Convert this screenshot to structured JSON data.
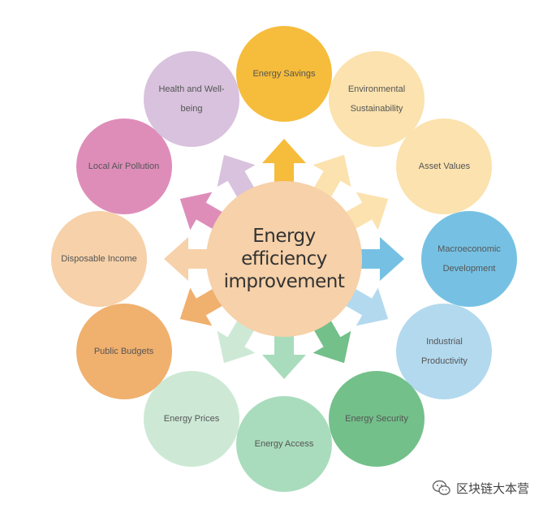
{
  "center": {
    "label": "Energy efficiency improvement",
    "color": "#F6D1A9"
  },
  "benefits": [
    {
      "label": "Energy Savings",
      "color": "#F6BC3B",
      "arrow_color": "#F6BC3B",
      "arrow_direction": "outward"
    },
    {
      "label": "Environmental Sustainability",
      "color": "#FBE2AE",
      "arrow_color": "#FBE2AE",
      "arrow_direction": "outward"
    },
    {
      "label": "Asset Values",
      "color": "#FBE2AE",
      "arrow_color": "#FBE2AE",
      "arrow_direction": "outward"
    },
    {
      "label": "Macroeconomic Development",
      "color": "#76C1E3",
      "arrow_color": "#76C1E3",
      "arrow_direction": "outward"
    },
    {
      "label": "Industrial Productivity",
      "color": "#B3D9EE",
      "arrow_color": "#B3D9EE",
      "arrow_direction": "outward"
    },
    {
      "label": "Energy Security",
      "color": "#73C08A",
      "arrow_color": "#73C08A",
      "arrow_direction": "outward"
    },
    {
      "label": "Energy Access",
      "color": "#A9DCBC",
      "arrow_color": "#A9DCBC",
      "arrow_direction": "outward"
    },
    {
      "label": "Energy Prices",
      "color": "#CDE9D6",
      "arrow_color": "#CDE9D6",
      "arrow_direction": "outward"
    },
    {
      "label": "Public Budgets",
      "color": "#F0B06E",
      "arrow_color": "#F0B06E",
      "arrow_direction": "outward"
    },
    {
      "label": "Disposable Income",
      "color": "#F6D1A9",
      "arrow_color": "#F6D1A9",
      "arrow_direction": "outward"
    },
    {
      "label": "Local Air Pollution",
      "color": "#DE8DB9",
      "arrow_color": "#DE8DB9",
      "arrow_direction": "outward"
    },
    {
      "label": "Health and Well-being",
      "color": "#D8C2DD",
      "arrow_color": "#D8C2DD",
      "arrow_direction": "outward"
    }
  ],
  "watermark": {
    "text": "区块链大本营",
    "icon": "wechat-icon"
  }
}
